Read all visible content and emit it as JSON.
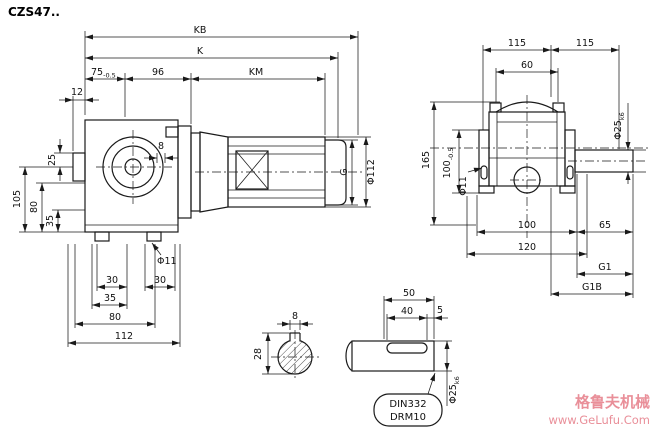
{
  "title": "CZS47..",
  "side_view": {
    "kb": "KB",
    "k": "K",
    "km": "KM",
    "d75": "75",
    "d75_tol": "-0.5",
    "d96": "96",
    "d12": "12",
    "d8": "8",
    "d25": "25",
    "d105": "105",
    "d80_left": "80",
    "d35_left": "35",
    "g": "G",
    "phi112": "Φ112",
    "phi11": "Φ11",
    "d30_a": "30",
    "d30_b": "30",
    "d35_bottom": "35",
    "d80_bottom": "80",
    "d112": "112"
  },
  "front_view": {
    "d115_a": "115",
    "d115_b": "115",
    "d60": "60",
    "d165": "165",
    "d100_v": "100",
    "d100_v_tol": "-0.5",
    "phi11": "Φ11",
    "phi25": "Φ25",
    "phi25_tol": "k6",
    "d100_b": "100",
    "d65": "65",
    "d120": "120",
    "g1": "G1",
    "g1b": "G1B"
  },
  "section_view": {
    "d8": "8",
    "d28": "28"
  },
  "shaft_view": {
    "d50": "50",
    "d40": "40",
    "d5": "5",
    "phi25": "Φ25",
    "phi25_tol": "k6",
    "din_line1": "DIN332",
    "din_line2": "DRM10"
  },
  "watermark": {
    "brand": "格鲁夫机械",
    "url": "www.GeLufu.Com"
  }
}
